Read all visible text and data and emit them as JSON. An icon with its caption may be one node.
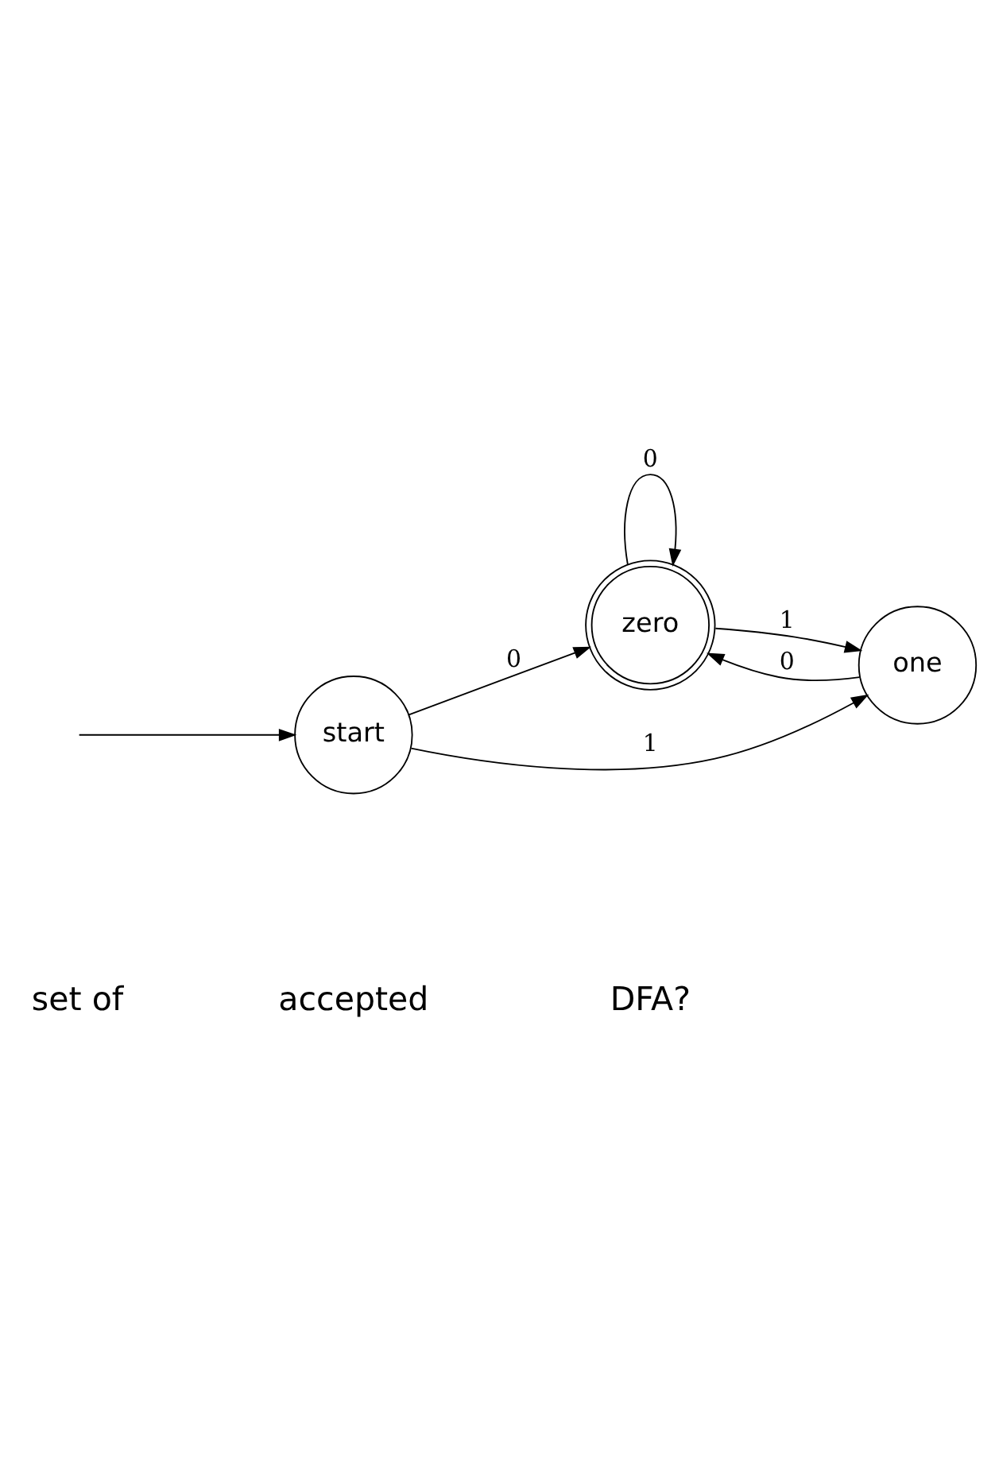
{
  "diagram": {
    "nodes": [
      {
        "text": [
          "start"
        ]
      },
      {
        "text": [
          "zero"
        ]
      },
      {
        "text": [
          "one"
        ]
      }
    ],
    "edges": [
      {
        "from": null,
        "to": 0,
        "arrow": "to"
      },
      {
        "from": 0,
        "to": 1,
        "label": "0",
        "arrow": "to"
      },
      {
        "from": 0,
        "to": 2,
        "label": "1",
        "arrow": "to"
      },
      {
        "from": 1,
        "to": 1,
        "label": "0",
        "arrow": "to"
      },
      {
        "from": 1,
        "to": 2,
        "label": "1",
        "arrow": "to"
      },
      {
        "from": 2,
        "to": 1,
        "label": "0",
        "arrow": "to"
      }
    ],
    "labels": [
      "set of",
      "accepted",
      "DFA?"
    ]
  }
}
